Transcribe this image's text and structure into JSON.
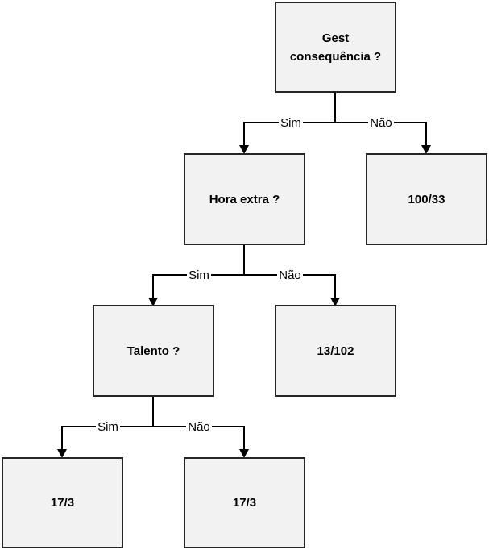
{
  "diagram": {
    "nodes": {
      "root": {
        "label": "Gest consequência ?"
      },
      "hora_extra": {
        "label": "Hora extra ?"
      },
      "leaf_100_33": {
        "label": "100/33"
      },
      "talento": {
        "label": "Talento ?"
      },
      "leaf_13_102": {
        "label": "13/102"
      },
      "leaf_sim_17_3": {
        "label": "17/3"
      },
      "leaf_nao_17_3": {
        "label": "17/3"
      }
    },
    "edges": {
      "root_sim": {
        "label": "Sim"
      },
      "root_nao": {
        "label": "Não"
      },
      "hora_sim": {
        "label": "Sim"
      },
      "hora_nao": {
        "label": "Não"
      },
      "talento_sim": {
        "label": "Sim"
      },
      "talento_nao": {
        "label": "Não"
      }
    },
    "colors": {
      "box_fill": "#f2f2f2",
      "box_border": "#262626",
      "line": "#000000"
    }
  }
}
